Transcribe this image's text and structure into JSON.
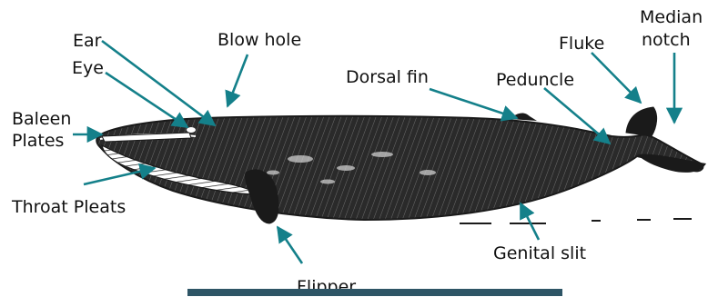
{
  "labels": {
    "ear": "Ear",
    "eye": "Eye",
    "blow_hole": "Blow hole",
    "baleen_line1": "Baleen",
    "baleen_line2": "Plates",
    "throat_pleats": "Throat Pleats",
    "dorsal_fin": "Dorsal fin",
    "peduncle": "Peduncle",
    "fluke": "Fluke",
    "median_line1": "Median",
    "median_line2": "notch",
    "genital_slit": "Genital slit",
    "flipper": "Flipper"
  },
  "colors": {
    "arrow": "#14808a",
    "whale": "#1a1a1a",
    "bar": "#2e5566"
  }
}
